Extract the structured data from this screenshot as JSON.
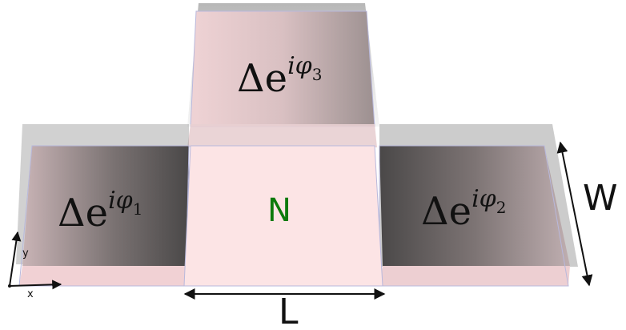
{
  "colors": {
    "slab_pink": "#f5d6d8",
    "center_pink": "#fce4e5",
    "shadow_dark": "#3c3c3c",
    "edge": "#b8b8dc",
    "center_label": "#0c7a0c",
    "ink": "#111111"
  },
  "regions": {
    "top": {
      "base": "Δe",
      "exponent": "iφ",
      "subscript": "3"
    },
    "left": {
      "base": "Δe",
      "exponent": "iφ",
      "subscript": "1"
    },
    "right": {
      "base": "Δe",
      "exponent": "iφ",
      "subscript": "2"
    },
    "center": {
      "label": "N"
    }
  },
  "dimensions": {
    "width_label": "W",
    "length_label": "L"
  },
  "axes": {
    "x_label": "x",
    "y_label": "y"
  }
}
